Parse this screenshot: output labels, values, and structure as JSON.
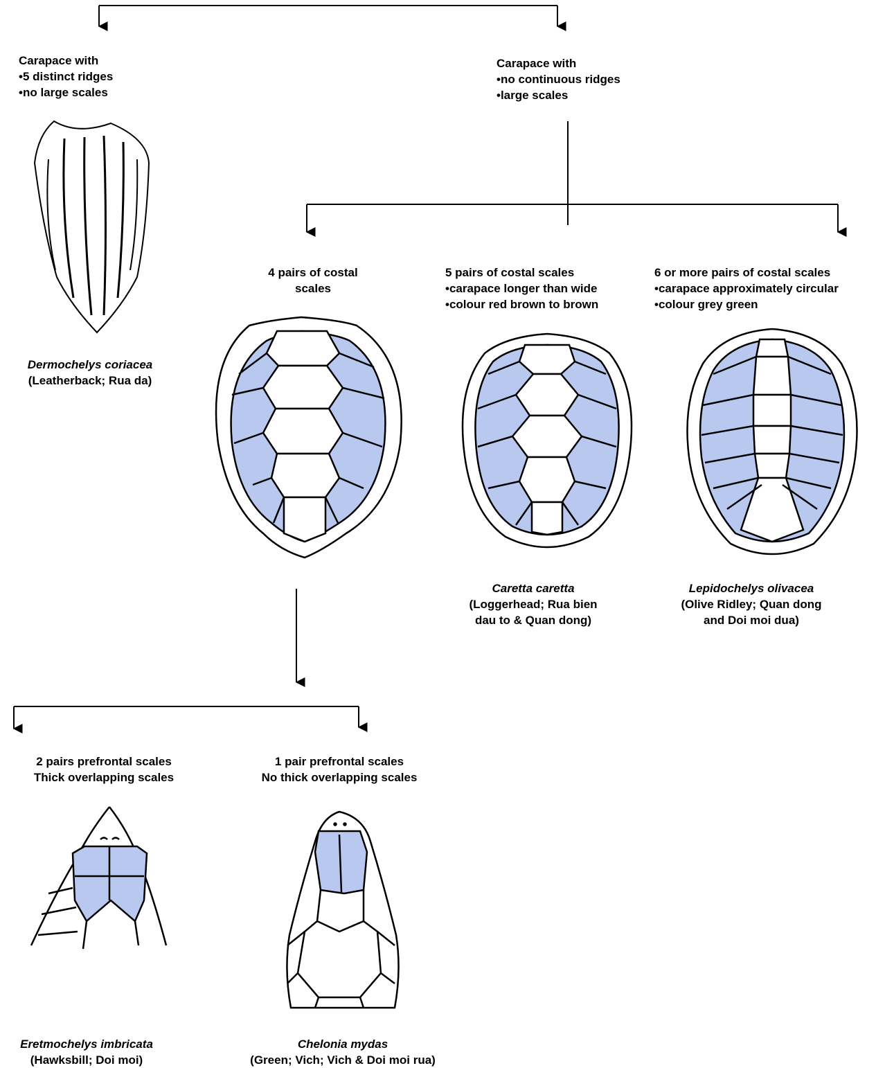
{
  "colors": {
    "scale_fill": "#b8c8ef",
    "line": "#000000",
    "background": "#ffffff"
  },
  "nodes": {
    "leatherback_branch": {
      "heading": "Carapace with",
      "bullets": [
        "5 distinct ridges",
        "no large scales"
      ]
    },
    "hardshell_branch": {
      "heading": "Carapace with",
      "bullets": [
        "no continuous ridges",
        "large scales"
      ]
    },
    "four_pairs": {
      "line1": "4 pairs of costal",
      "line2": "scales"
    },
    "five_pairs": {
      "heading": "5 pairs of costal scales",
      "bullets": [
        "carapace longer than wide",
        "colour red brown to brown"
      ]
    },
    "six_pairs": {
      "heading": "6 or more pairs of costal scales",
      "bullets": [
        "carapace approximately circular",
        "colour grey green"
      ]
    },
    "two_prefrontal": {
      "line1": "2 pairs prefrontal scales",
      "line2": "Thick overlapping scales"
    },
    "one_prefrontal": {
      "line1": "1 pair prefrontal scales",
      "line2": "No thick overlapping scales"
    }
  },
  "species": {
    "leatherback": {
      "latin": "Dermochelys coriacea",
      "common": "(Leatherback; Rua da)"
    },
    "loggerhead": {
      "latin": "Caretta caretta",
      "common1": "(Loggerhead; Rua bien",
      "common2": "dau to & Quan dong)"
    },
    "olive_ridley": {
      "latin": "Lepidochelys olivacea",
      "common1": "(Olive Ridley; Quan dong",
      "common2": "and Doi moi dua)"
    },
    "hawksbill": {
      "latin": "Eretmochelys imbricata",
      "common": "(Hawksbill; Doi moi)"
    },
    "green": {
      "latin": "Chelonia mydas",
      "common": "(Green; Vich; Vich & Doi moi rua)"
    }
  }
}
